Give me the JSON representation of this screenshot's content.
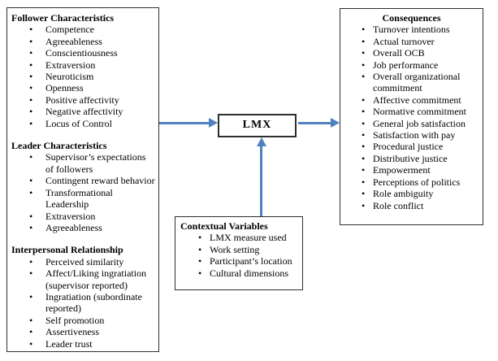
{
  "left_box": {
    "sections": [
      {
        "title": "Follower Characteristics",
        "items": [
          "Competence",
          "Agreeableness",
          "Conscientiousness",
          "Extraversion",
          "Neuroticism",
          "Openness",
          "Positive affectivity",
          "Negative affectivity",
          "Locus of Control"
        ]
      },
      {
        "title": "Leader Characteristics",
        "items": [
          "Supervisor’s expectations of followers",
          "Contingent reward behavior",
          "Transformational Leadership",
          "Extraversion",
          "Agreeableness"
        ]
      },
      {
        "title": "Interpersonal Relationship",
        "items": [
          "Perceived similarity",
          "Affect/Liking ingratiation (supervisor reported)",
          "Ingratiation (subordinate reported)",
          "Self promotion",
          "Assertiveness",
          "Leader trust"
        ]
      }
    ]
  },
  "lmx_box": {
    "label": "LMX"
  },
  "consequences_box": {
    "title": "Consequences",
    "items": [
      "Turnover intentions",
      "Actual turnover",
      "Overall OCB",
      "Job performance",
      "Overall organizational commitment",
      "Affective commitment",
      "Normative commitment",
      "General job satisfaction",
      "Satisfaction with pay",
      "Procedural justice",
      "Distributive justice",
      "Empowerment",
      "Perceptions of politics",
      "Role ambiguity",
      "Role conflict"
    ]
  },
  "contextual_box": {
    "title": "Contextual Variables",
    "items": [
      "LMX measure used",
      "Work setting",
      "Participant’s location",
      "Cultural dimensions"
    ]
  },
  "colors": {
    "arrow": "#4f81bd",
    "border": "#2e2e2e",
    "text": "#000000",
    "background": "#ffffff"
  }
}
